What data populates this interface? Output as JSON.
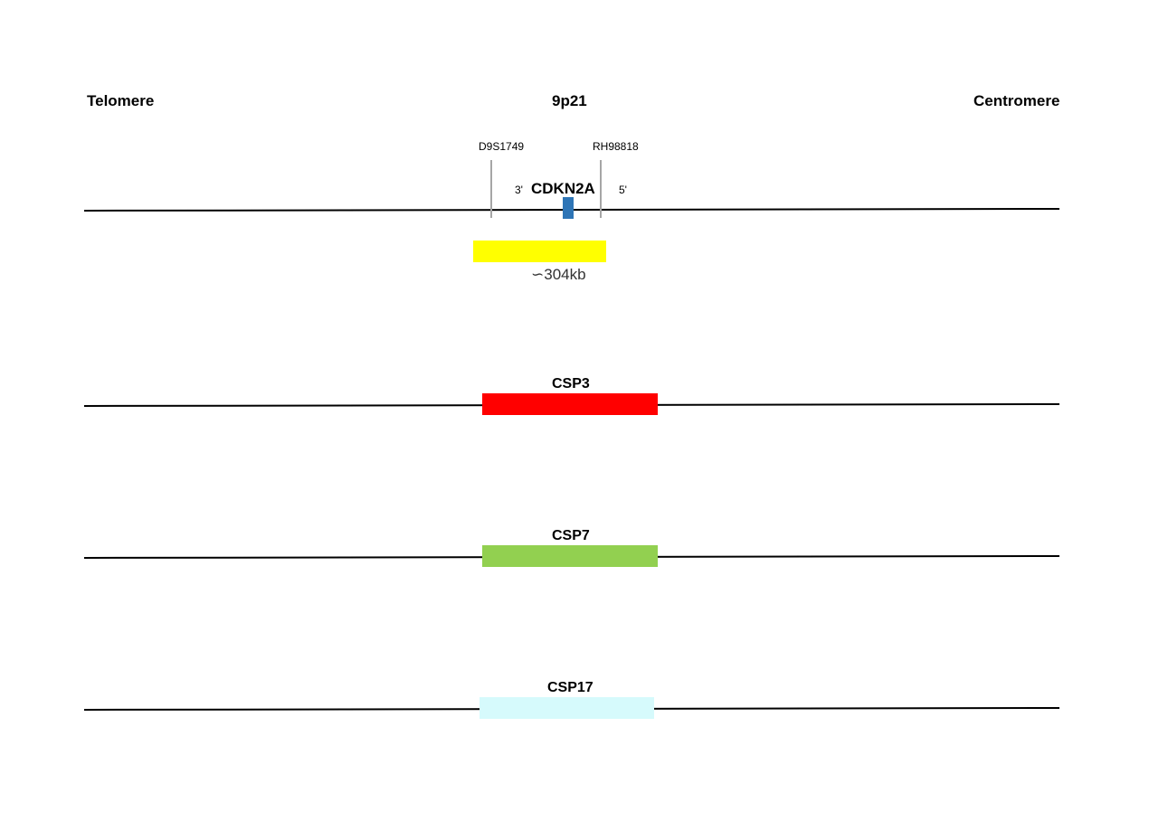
{
  "header": {
    "left": "Telomere",
    "center": "9p21",
    "right": "Centromere"
  },
  "region": {
    "markers": [
      "D9S1749",
      "RH98818"
    ],
    "gene": "CDKN2A",
    "strand_left": "3'",
    "strand_right": "5'",
    "size_label": "∽304kb"
  },
  "colors": {
    "line": "#000000",
    "marker_line": "#a6a6a6",
    "gene_box": "#2e75b6",
    "region_bar": "#ffff00",
    "csp3": "#ff0000",
    "csp7": "#92d050",
    "csp17": "#d6fafc"
  },
  "probes": [
    {
      "name": "CSP3",
      "color": "#ff0000"
    },
    {
      "name": "CSP7",
      "color": "#92d050"
    },
    {
      "name": "CSP17",
      "color": "#d6fafc"
    }
  ]
}
